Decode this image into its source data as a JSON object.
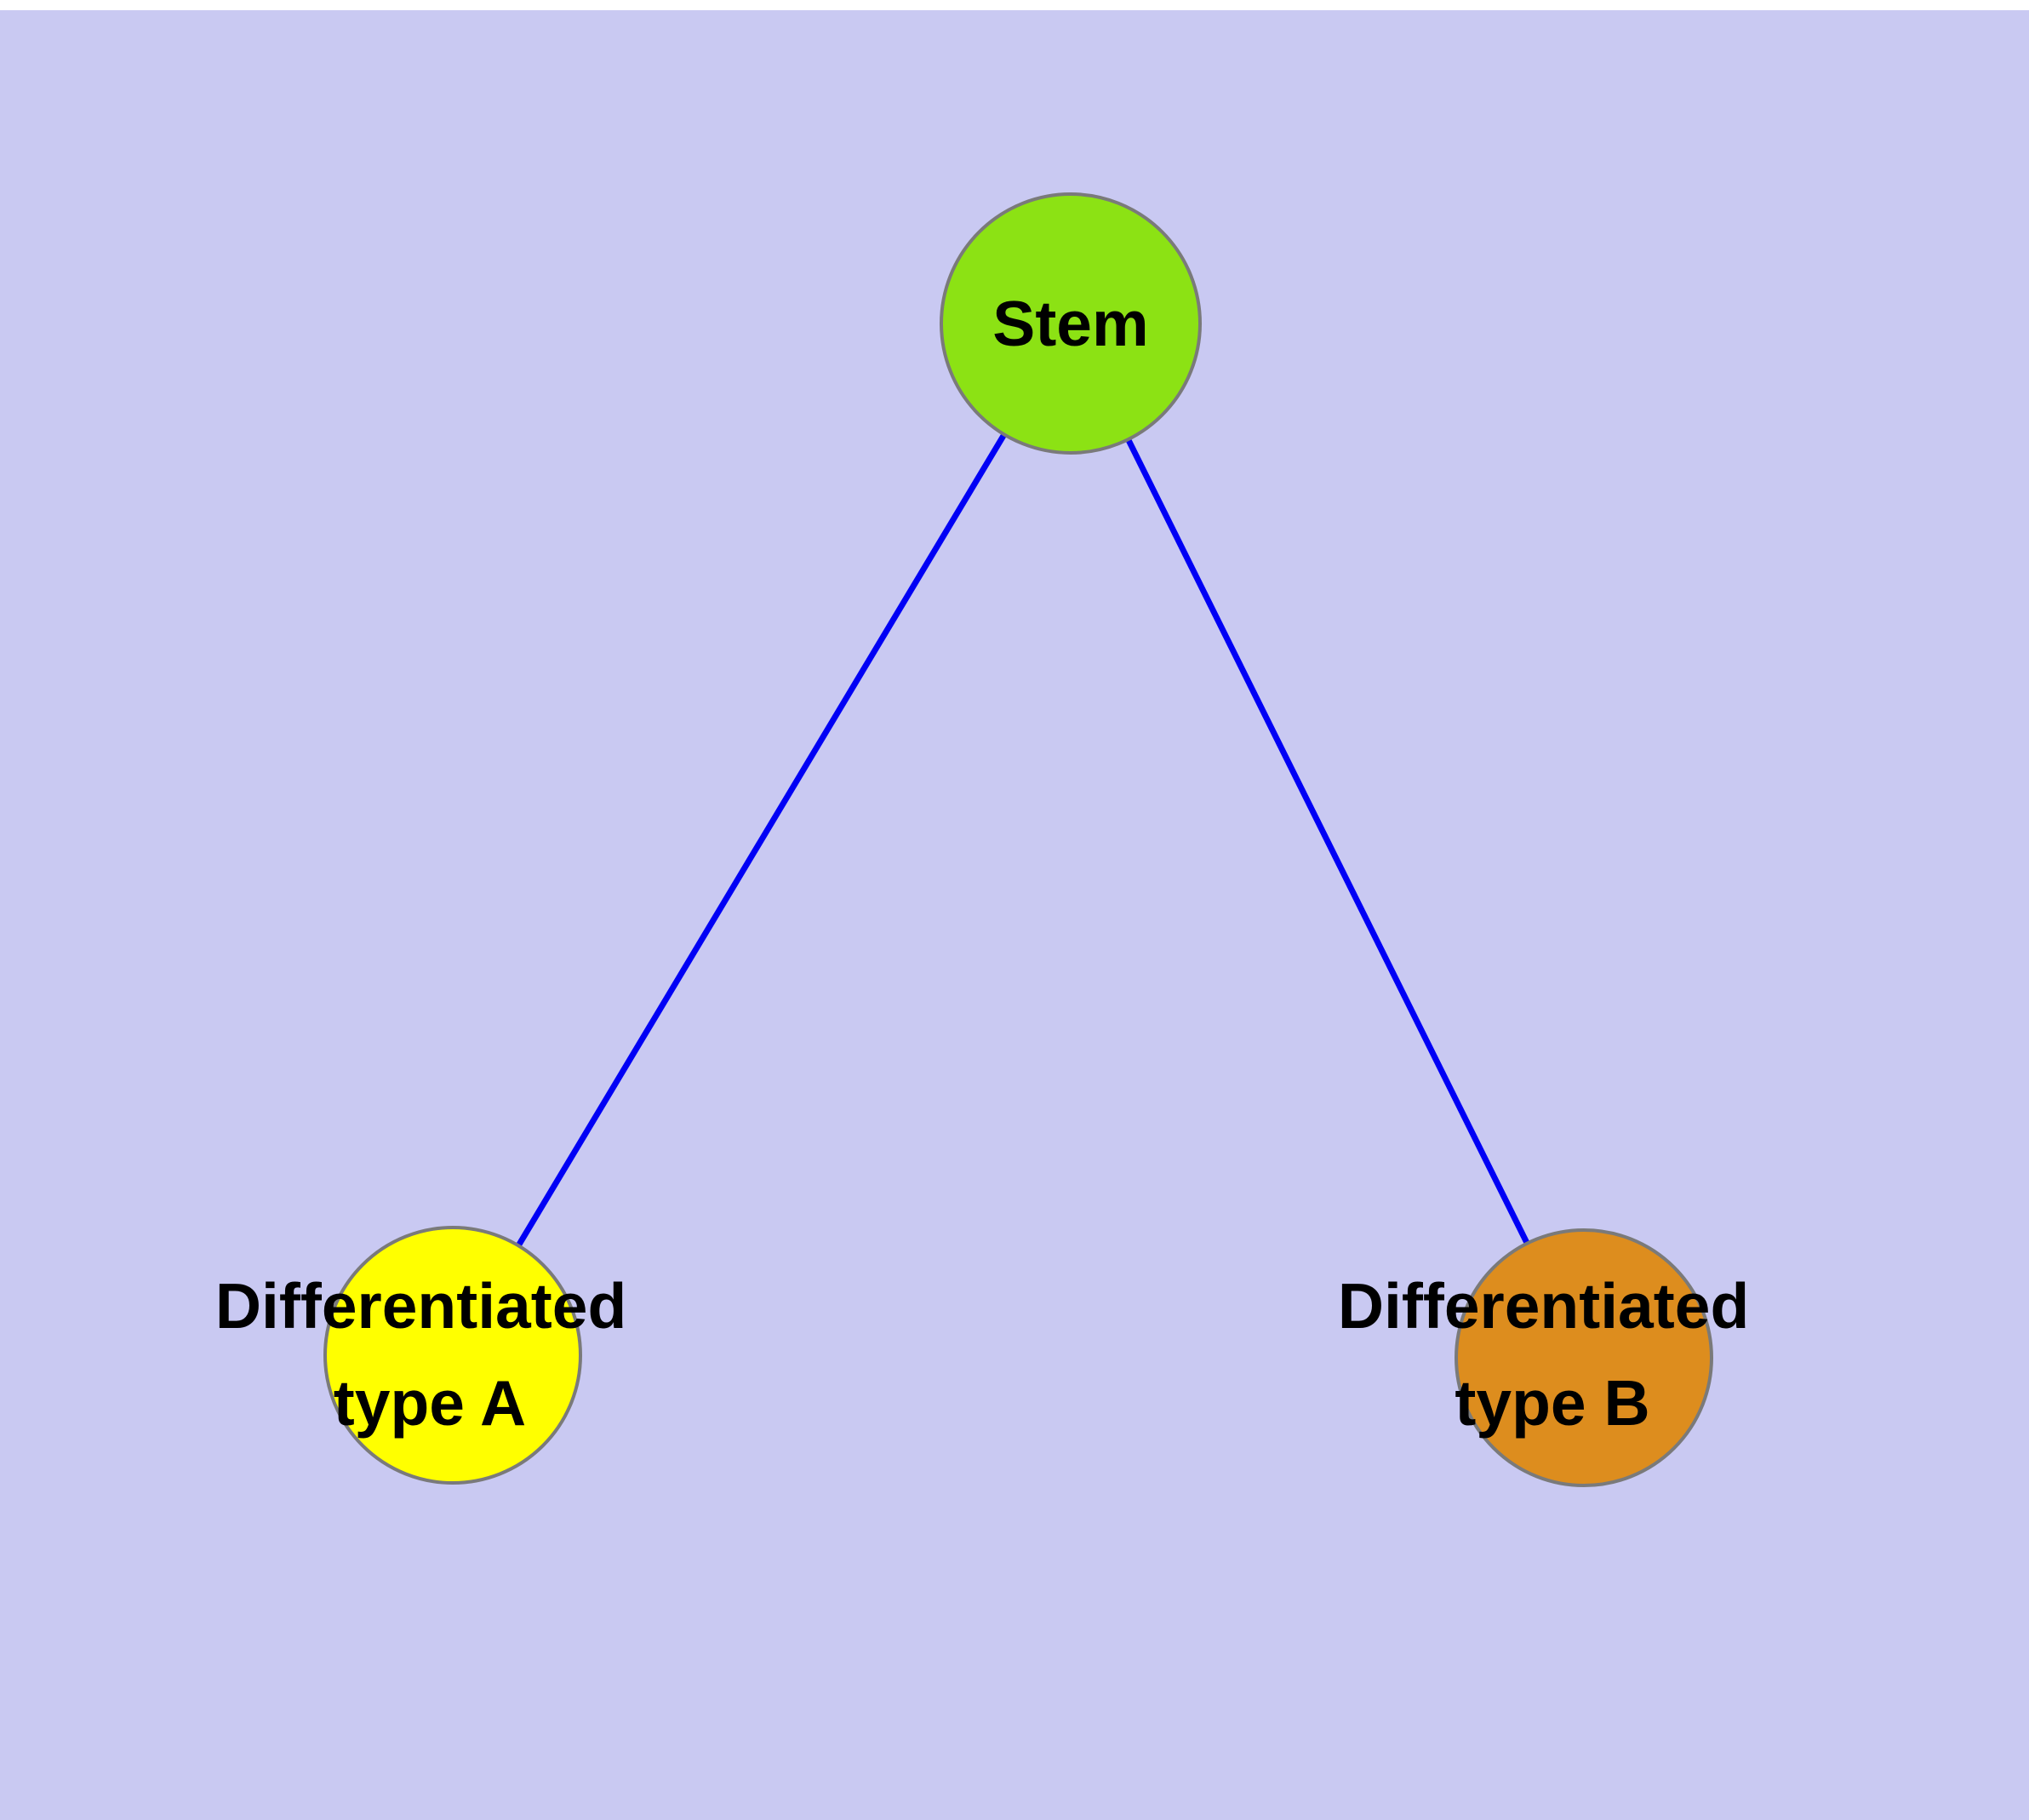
{
  "canvas": {
    "background_color": "#c9c9f2",
    "top_strip_color": "#ffffff"
  },
  "diagram": {
    "type": "graph",
    "description": "Cell differentiation graph: one stem node branching into two differentiated cell types",
    "node_border_color": "#7a7a7a",
    "label_color": "#000000",
    "nodes": [
      {
        "id": "stem",
        "label": "Stem",
        "color": "#8ce214"
      },
      {
        "id": "diff-a",
        "label": "Differentiated type A",
        "label_lines": [
          "Differentiated",
          "type A"
        ],
        "color": "#ffff00"
      },
      {
        "id": "diff-b",
        "label": "Differentiated type B",
        "label_lines": [
          "Differentiated",
          "type B"
        ],
        "color": "#dd8d1e"
      }
    ],
    "edges": [
      {
        "from": "stem",
        "to": "diff-a",
        "color": "#0000f5"
      },
      {
        "from": "stem",
        "to": "diff-b",
        "color": "#0000f5"
      }
    ]
  }
}
